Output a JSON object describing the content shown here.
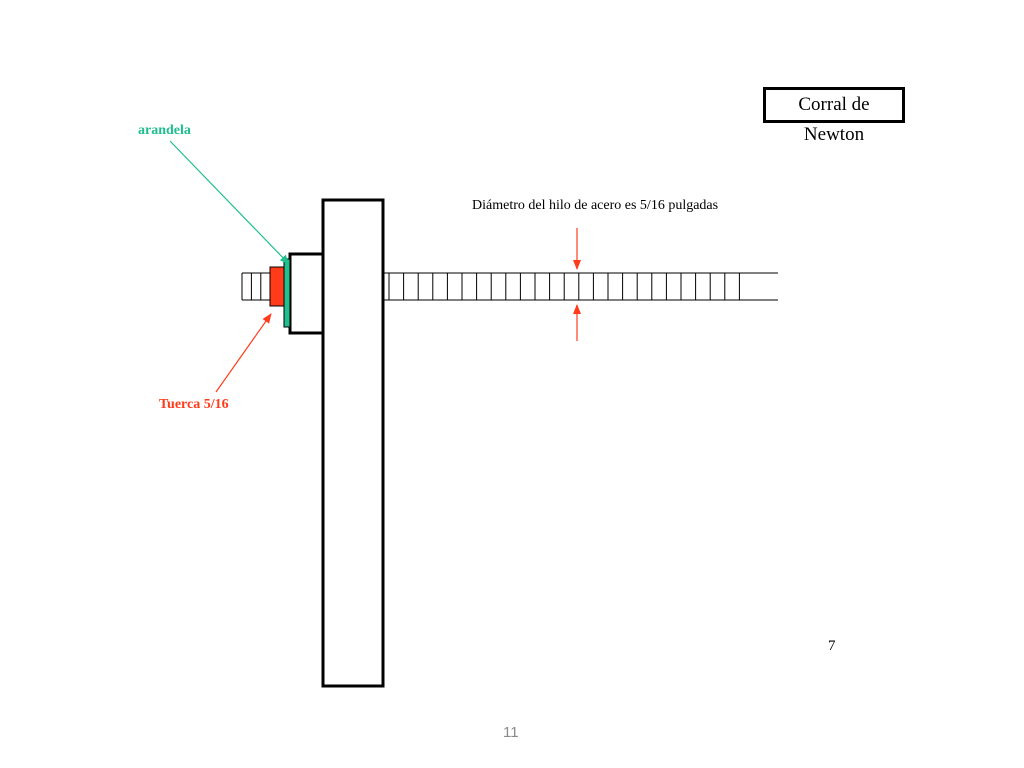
{
  "diagram": {
    "title": "Corral de Newton",
    "labels": {
      "arandela": "arandela",
      "tuerca": "Tuerca 5/16",
      "diametro": "Diámetro  del hilo de acero es 5/16 pulgadas",
      "page_number": "7"
    },
    "colors": {
      "arandela": "#1fbf8f",
      "tuerca": "#ff3b1a",
      "dimension_arrows": "#ff3b1a",
      "outline": "#000000"
    }
  },
  "slide_number": "11"
}
